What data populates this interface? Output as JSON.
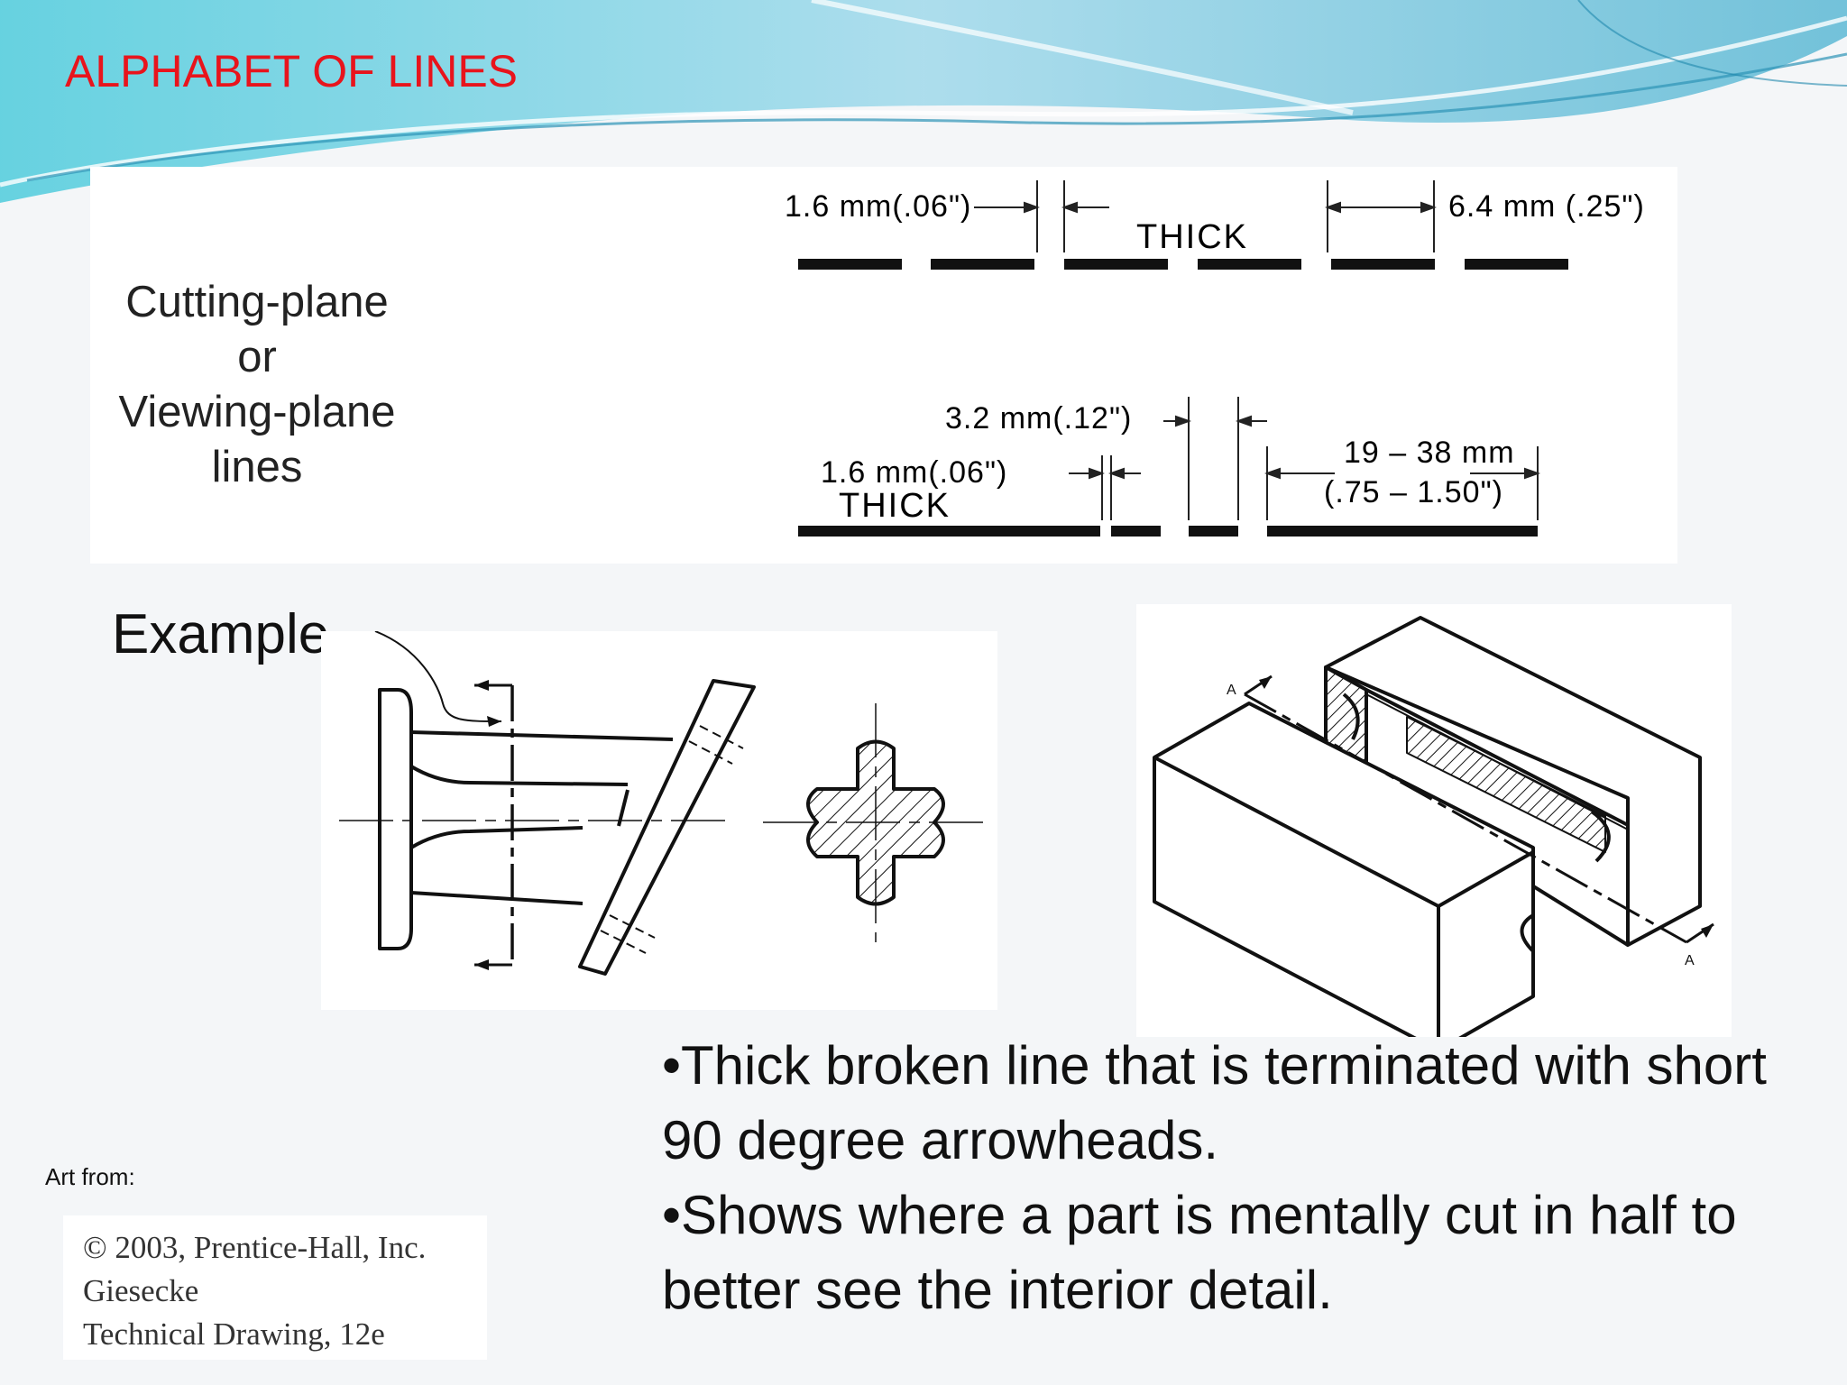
{
  "slide": {
    "title": "ALPHABET OF LINES"
  },
  "line_type": {
    "label": [
      "Cutting-plane",
      "or",
      "Viewing-plane",
      "lines"
    ]
  },
  "spec_top": {
    "dash_gap": "1.6 mm(.06\")",
    "weight": "THICK",
    "dash_length": "6.4 mm (.25\")"
  },
  "spec_bottom": {
    "short_dash": "3.2 mm(.12\")",
    "gap": "1.6 mm(.06\")",
    "weight": "THICK",
    "long_dash_mm": "19 – 38 mm",
    "long_dash_in": "(.75 – 1.50\")"
  },
  "example": {
    "label": "Example",
    "section_letter_top": "A",
    "section_letter_bottom": "A"
  },
  "description": {
    "bullets": [
      "•Thick broken line that is terminated with short 90 degree arrowheads.",
      "•Shows where a part is mentally cut in half to better see the interior detail."
    ]
  },
  "credit": {
    "art_from": "Art from:",
    "lines": [
      "© 2003, Prentice-Hall, Inc.",
      "Giesecke",
      "Technical Drawing, 12e"
    ]
  },
  "colors": {
    "title": "#e8141c",
    "wave_light": "#bfe6ee",
    "wave_dark": "#3aa6c4"
  }
}
